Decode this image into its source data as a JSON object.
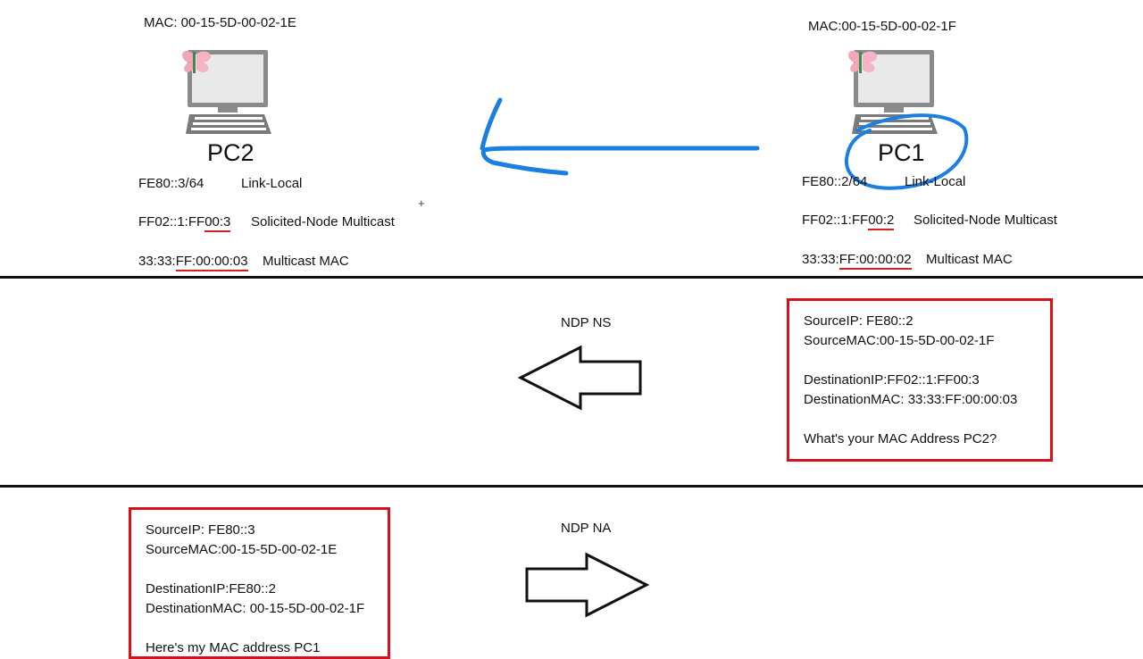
{
  "pc2": {
    "mac": "MAC: 00-15-5D-00-02-1E",
    "name": "PC2",
    "link_local_addr": "FE80::3/64",
    "link_local_label": "Link-Local",
    "sn_prefix": "FF02::1:FF",
    "sn_suffix": "00:3",
    "sn_label": "Solicited-Node Multicast",
    "mm_prefix": "33:33:",
    "mm_suffix": "FF:00:00:03",
    "mm_label": "Multicast MAC"
  },
  "pc1": {
    "mac": "MAC:00-15-5D-00-02-1F",
    "name": "PC1",
    "link_local_addr": "FE80::2/64",
    "link_local_label": "Link-Local",
    "sn_prefix": "FF02::1:FF",
    "sn_suffix": "00:2",
    "sn_label": "Solicited-Node Multicast",
    "mm_prefix": "33:33:",
    "mm_suffix": "FF:00:00:02",
    "mm_label": "Multicast MAC"
  },
  "ns": {
    "title": "NDP NS",
    "source_ip": "SourceIP: FE80::2",
    "source_mac": "SourceMAC:00-15-5D-00-02-1F",
    "dest_ip": "DestinationIP:FF02::1:FF00:3",
    "dest_mac": "DestinationMAC: 33:33:FF:00:00:03",
    "message": "What's your MAC Address PC2?"
  },
  "na": {
    "title": "NDP NA",
    "source_ip": "SourceIP: FE80::3",
    "source_mac": "SourceMAC:00-15-5D-00-02-1E",
    "dest_ip": "DestinationIP:FE80::2",
    "dest_mac": "DestinationMAC: 00-15-5D-00-02-1F",
    "message": "Here's my MAC address PC1"
  },
  "colors": {
    "annotation_blue": "#1a7fe0",
    "box_red": "#d8101a",
    "underline_red": "#d42020"
  }
}
